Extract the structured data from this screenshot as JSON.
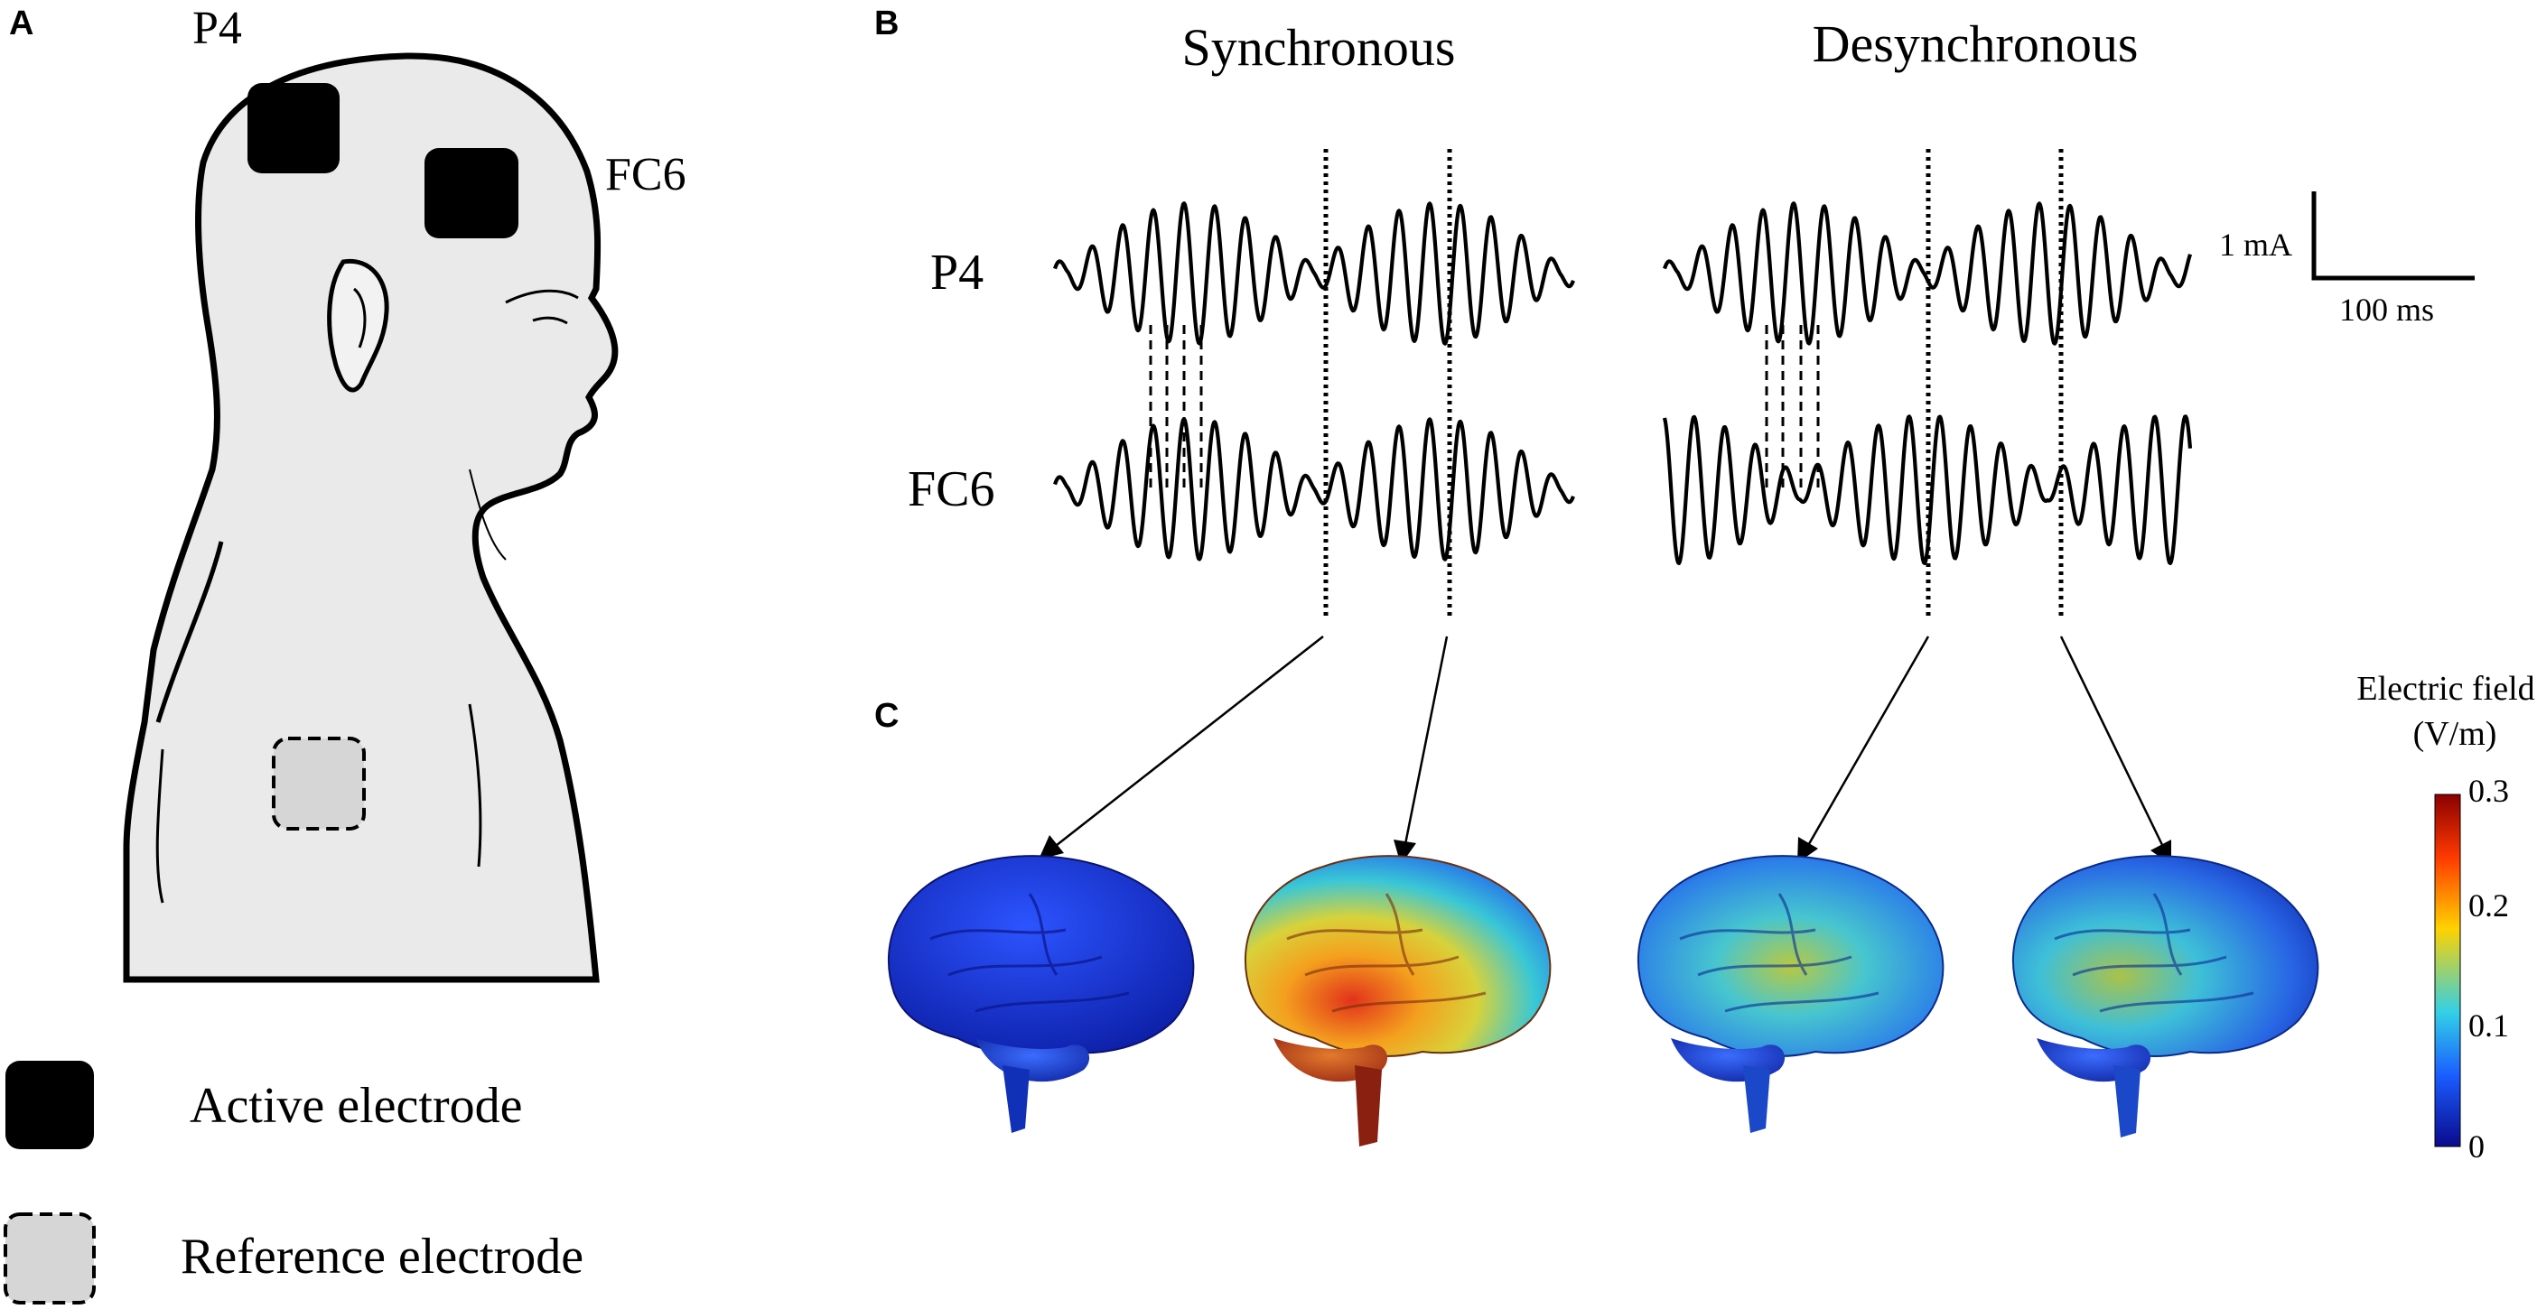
{
  "panels": {
    "a": "A",
    "b": "B",
    "c": "C"
  },
  "head_labels": {
    "p4": "P4",
    "fc6": "FC6"
  },
  "legend": {
    "active": "Active electrode",
    "reference": "Reference electrode"
  },
  "conditions": {
    "sync": "Synchronous",
    "desync": "Desynchronous"
  },
  "traces": {
    "p4": "P4",
    "fc6": "FC6"
  },
  "scalebar": {
    "amplitude": "1 mA",
    "time": "100 ms"
  },
  "colorbar": {
    "title_line1": "Electric field",
    "title_line2": "(V/m)",
    "ticks": [
      "0.3",
      "0.2",
      "0.1",
      "0"
    ],
    "colors": [
      "#8b0000",
      "#ff3a00",
      "#ffd200",
      "#32d0e6",
      "#1a5cff",
      "#0a0a8c"
    ]
  },
  "brains": [
    {
      "condition": "sync",
      "field_level": 0.02
    },
    {
      "condition": "sync",
      "field_level": 0.25
    },
    {
      "condition": "desync",
      "field_level": 0.12
    },
    {
      "condition": "desync",
      "field_level": 0.1
    }
  ]
}
